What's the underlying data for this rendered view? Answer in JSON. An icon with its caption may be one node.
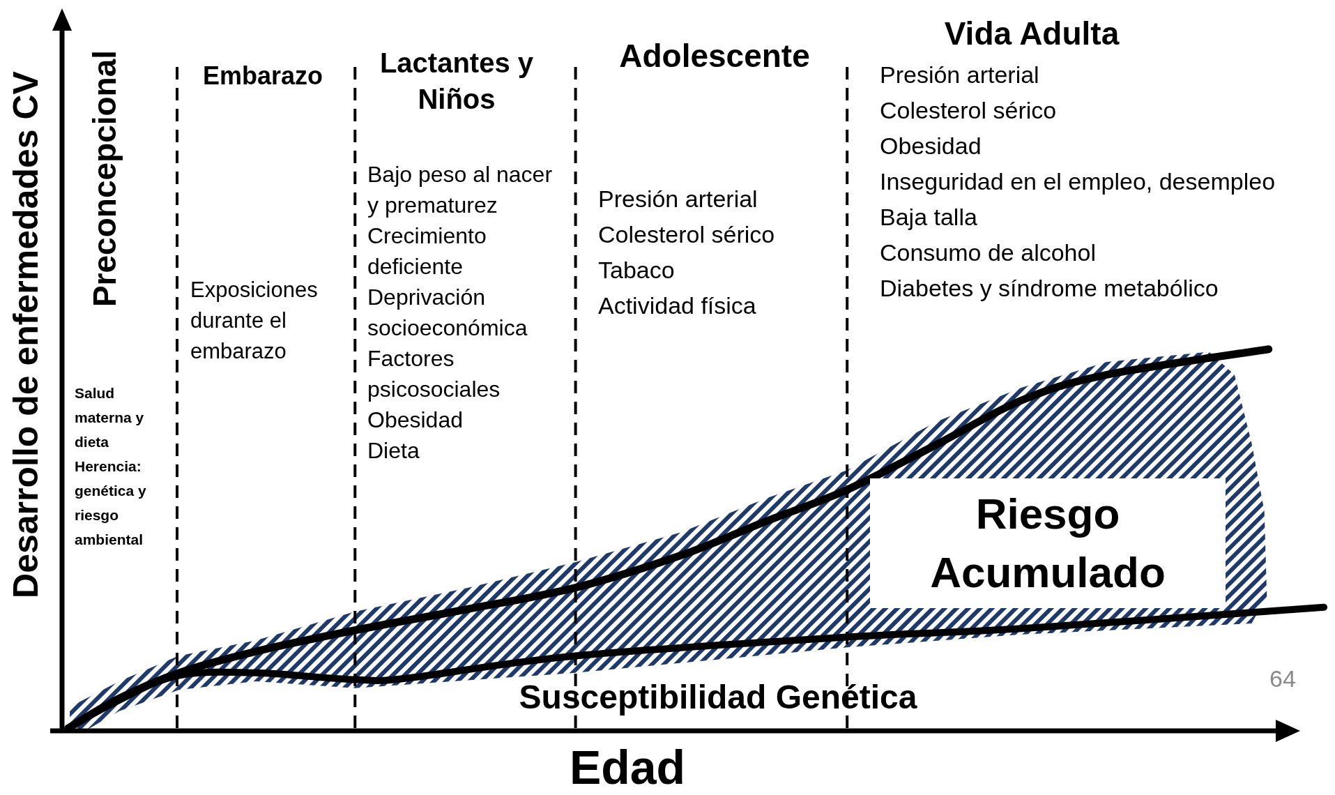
{
  "diagram": {
    "labels": [
      "Desarrollo de enfermedades CV",
      "Preconcepcional",
      "Embarazo",
      "Lactantes y Niños",
      "Adolescente",
      "Vida Adulta",
      "Presión arterial",
      "Colesterol sérico",
      "Obesidad",
      "Inseguridad en el empleo, desempleo",
      "Baja talla",
      "Consumo de alcohol",
      "Diabetes y síndrome metabólico",
      "Bajo peso al nacer y prematurez",
      "Crecimiento deficiente",
      "Deprivación socioeconómica",
      "Factores psicosociales",
      "Obesidad",
      "Dieta",
      "Presión arterial",
      "Colesterol sérico",
      "Tabaco",
      "Actividad física",
      "Exposiciones durante el embarazo",
      "Salud materna y dieta",
      "Herencia: genética y riesgo ambiental",
      "Riesgo Acumulado",
      "Susceptibilidad Genética",
      "64",
      "Edad"
    ]
  }
}
